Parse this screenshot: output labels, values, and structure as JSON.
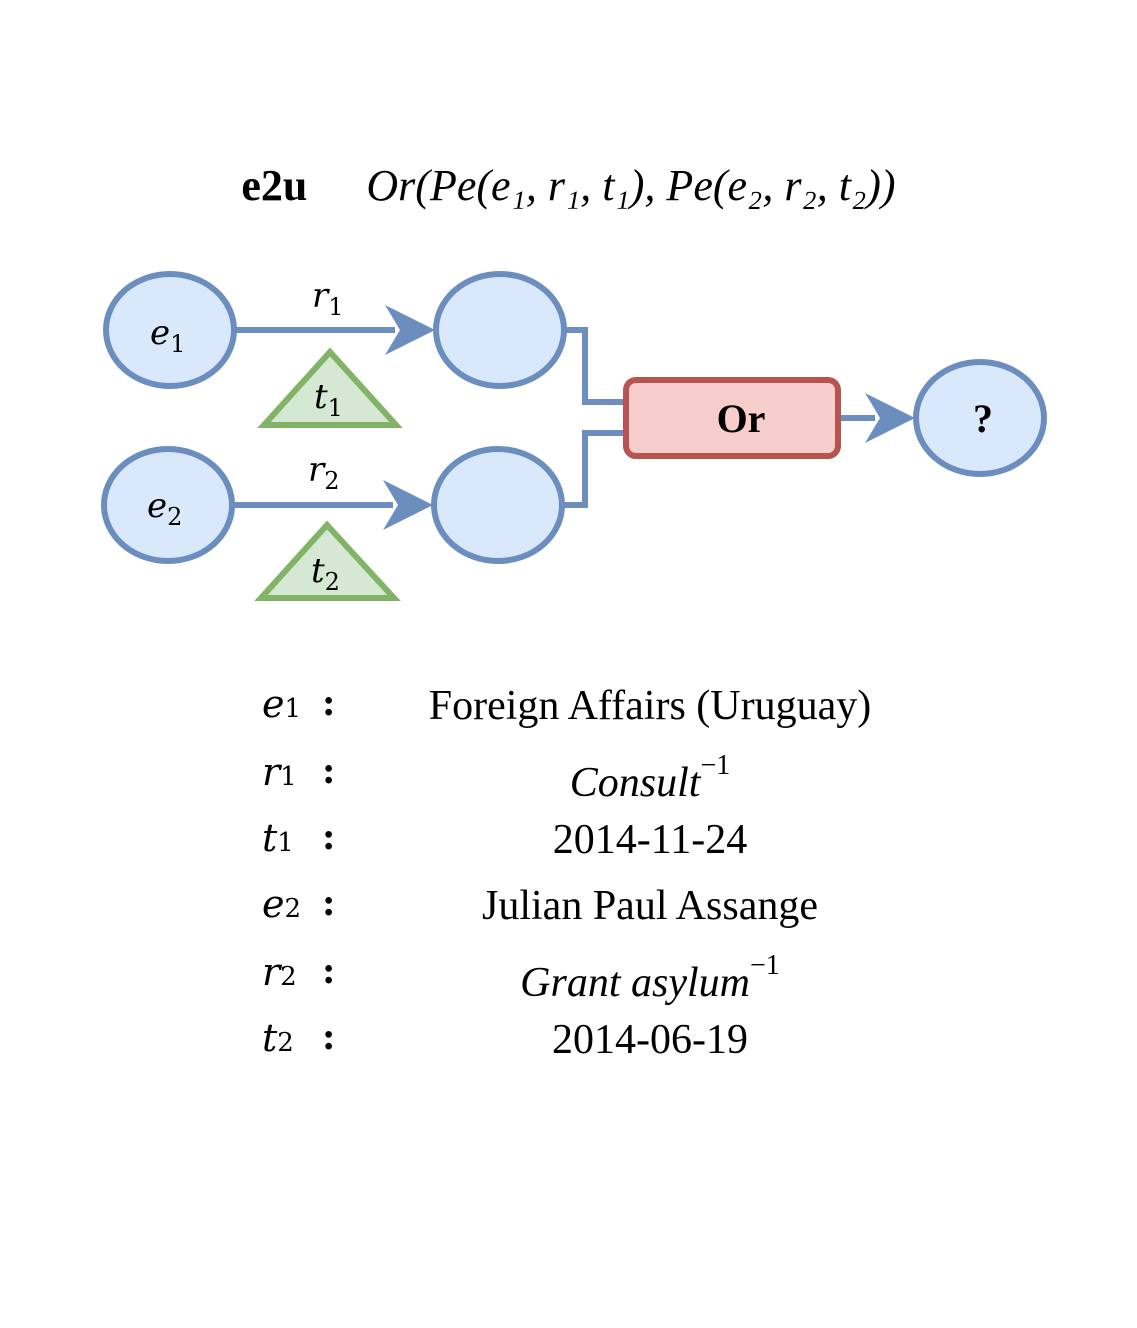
{
  "title": {
    "tag": "e2u",
    "formula": "Or(Pe(e₁, r₁, t₁), Pe(e₂, r₂, t₂))"
  },
  "diagram": {
    "colors": {
      "node_fill": "#dae8fc",
      "node_stroke": "#6c8ebf",
      "time_fill": "#d5e8d4",
      "time_stroke": "#82b366",
      "op_fill": "#f8cecc",
      "op_stroke": "#b85450"
    },
    "e1": {
      "base": "e",
      "sub": "1"
    },
    "e2": {
      "base": "e",
      "sub": "2"
    },
    "r1": {
      "base": "r",
      "sub": "1"
    },
    "r2": {
      "base": "r",
      "sub": "2"
    },
    "t1": {
      "base": "t",
      "sub": "1"
    },
    "t2": {
      "base": "t",
      "sub": "2"
    },
    "operator": "Or",
    "answer": "?"
  },
  "legend": [
    {
      "sym": "e",
      "sub": "1",
      "value": "Foreign Affairs (Uruguay)",
      "italic": false,
      "sup": ""
    },
    {
      "sym": "r",
      "sub": "1",
      "value": "Consult",
      "italic": true,
      "sup": "−1"
    },
    {
      "sym": "t",
      "sub": "1",
      "value": "2014-11-24",
      "italic": false,
      "sup": ""
    },
    {
      "sym": "e",
      "sub": "2",
      "value": "Julian Paul Assange",
      "italic": false,
      "sup": ""
    },
    {
      "sym": "r",
      "sub": "2",
      "value": "Grant asylum",
      "italic": true,
      "sup": "−1"
    },
    {
      "sym": "t",
      "sub": "2",
      "value": "2014-06-19",
      "italic": false,
      "sup": ""
    }
  ],
  "legend_colon": ":"
}
